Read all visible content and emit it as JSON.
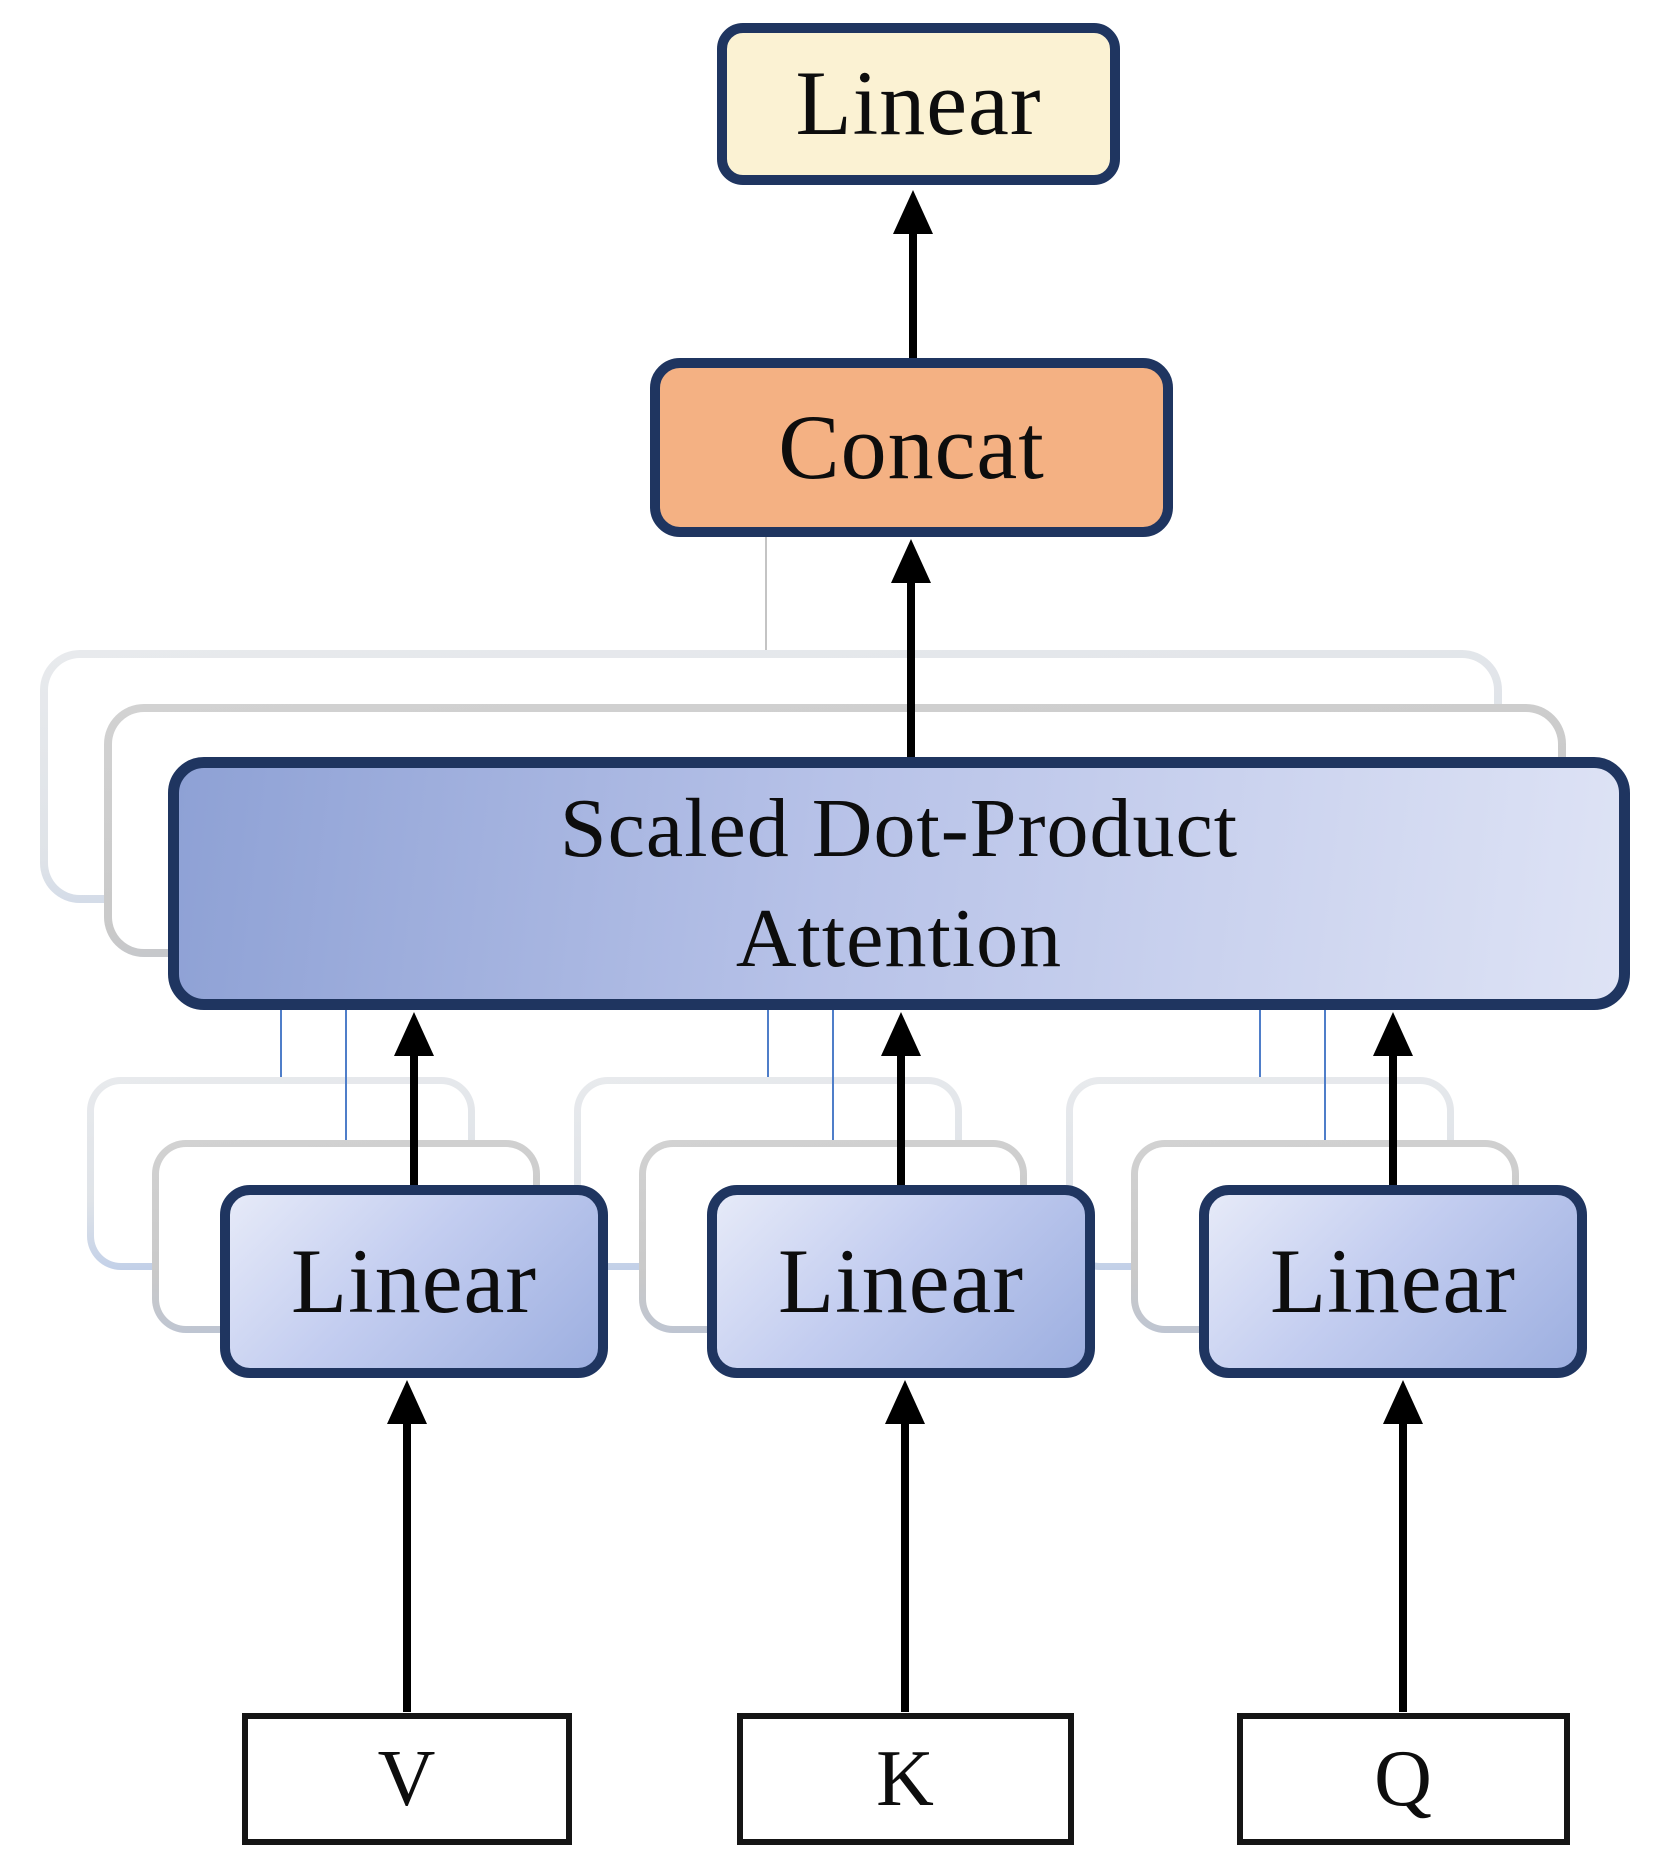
{
  "output_layer": {
    "label": "Linear"
  },
  "concat": {
    "label": "Concat"
  },
  "attention": {
    "label_line1": "Scaled Dot-Product",
    "label_line2": "Attention",
    "stacked_copies": 3
  },
  "branches": [
    {
      "id": "v",
      "linear_label": "Linear",
      "input_label": "V",
      "stacked_copies": 3
    },
    {
      "id": "k",
      "linear_label": "Linear",
      "input_label": "K",
      "stacked_copies": 3
    },
    {
      "id": "q",
      "linear_label": "Linear",
      "input_label": "Q",
      "stacked_copies": 3
    }
  ],
  "colors": {
    "navy_border": "#1f3560",
    "cream_fill": "#fbf2d3",
    "orange_fill": "#f4b183",
    "attention_fill_start": "#8ea1d5",
    "attention_fill_end": "#dee3f5",
    "linear_fill_start": "#e6eaf8",
    "linear_fill_end": "#9dafe0",
    "ghost_light": "#e8eaed",
    "ghost_gray": "#c9c9c9",
    "ghost_blue": "#b6c8e8",
    "connector_blue": "#4f7ec9",
    "connector_gray": "#c4c4c4",
    "arrow_black": "#000000"
  }
}
